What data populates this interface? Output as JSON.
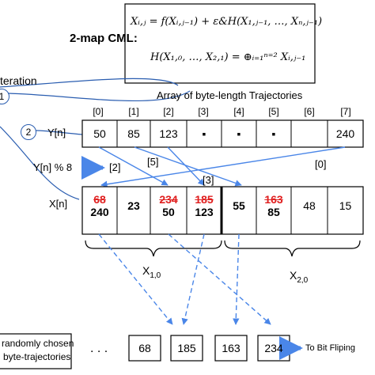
{
  "cml": {
    "title": "2-map CML:",
    "eq1": "Xᵢ,ⱼ = f(Xᵢ,ⱼ₋₁) + ε&H(X₁,ⱼ₋₁, …, Xₙ,ⱼ₋₁)",
    "eq2": "H(X₁,₀, …, X₂,₁) = ⊕ᵢ₌₁ⁿ⁼² Xᵢ,ⱼ₋₁"
  },
  "iteration_label": "teration",
  "circle_1": "1",
  "circle_2": "2",
  "array_title": "Array of byte-length Trajectories",
  "y_label": "Y[n]",
  "x_label": "X[n]",
  "y_mod_label": "Y[n] % 8",
  "y_indices": [
    "[0]",
    "[1]",
    "[2]",
    "[3]",
    "[4]",
    "[5]",
    "[6]",
    "[7]"
  ],
  "y_cells": [
    "50",
    "85",
    "123",
    "▪",
    "▪",
    "▪",
    "",
    "240"
  ],
  "pointer_labels": {
    "p2": "[2]",
    "p5": "[5]",
    "p3": "[3]",
    "p0": "[0]"
  },
  "x_cells": [
    {
      "old": "68",
      "new": "240"
    },
    {
      "old": "",
      "new": "23"
    },
    {
      "old": "234",
      "new": "50"
    },
    {
      "old": "185",
      "new": "123"
    },
    {
      "old": "",
      "new": "55"
    },
    {
      "old": "163",
      "new": "85"
    },
    {
      "old": "",
      "new": "48"
    },
    {
      "old": "",
      "new": "15"
    }
  ],
  "group_labels": {
    "g1": "X",
    "g1_sub": "1,0",
    "g2": "X",
    "g2_sub": "2,0"
  },
  "chosen_label_1": "randomly chosen",
  "chosen_label_2": "byte-trajectories",
  "ellipsis": ". . .",
  "chosen_values": [
    "68",
    "185",
    "163",
    "234"
  ],
  "to_label": "To Bit Fliping",
  "colors": {
    "arrow": "#4a86e8",
    "red": "#e02020"
  }
}
